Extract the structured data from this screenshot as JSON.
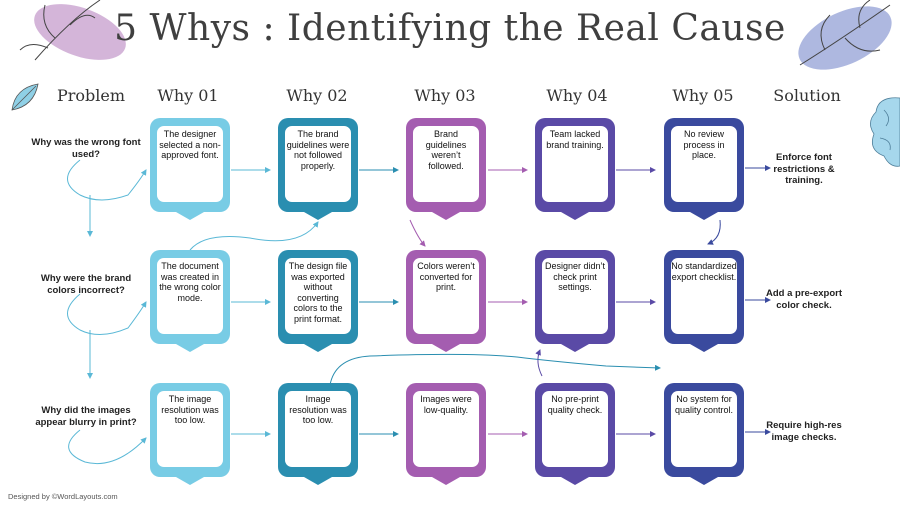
{
  "title": "5 Whys : Identifying the Real Cause",
  "columns": [
    "Problem",
    "Why 01",
    "Why 02",
    "Why 03",
    "Why 04",
    "Why 05",
    "Solution"
  ],
  "colors": [
    "#78cce5",
    "#2a8eb0",
    "#a45db0",
    "#5a4aa6",
    "#3a4a9e"
  ],
  "rows": [
    {
      "problem": "Why was the wrong font used?",
      "whys": [
        "The designer selected a non-approved font.",
        "The brand guidelines were not followed properly.",
        "Brand guidelines weren’t followed.",
        "Team lacked brand training.",
        "No review process in place."
      ],
      "solution": "Enforce font restrictions & training."
    },
    {
      "problem": "Why were the brand colors incorrect?",
      "whys": [
        "The document was created in the wrong color mode.",
        "The design file was exported without converting colors to the print format.",
        "Colors weren’t converted for print.",
        "Designer didn’t check print settings.",
        "No standardized export checklist."
      ],
      "solution": "Add a pre-export color check."
    },
    {
      "problem": "Why did the images appear blurry in print?",
      "whys": [
        "The image resolution was too low.",
        "Image resolution was too low.",
        "Images were low-quality.",
        "No pre-print quality check.",
        "No system for quality control."
      ],
      "solution": "Require high-res image checks."
    }
  ],
  "credit": "Designed by ©WordLayouts.com",
  "decor_icons": [
    "leaf-icon",
    "brain-icon"
  ]
}
